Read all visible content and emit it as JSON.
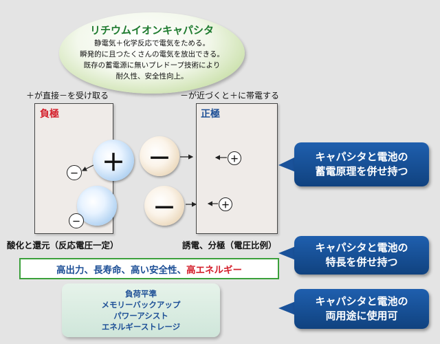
{
  "title": "リチウムイオンキャパシタ",
  "description": [
    "静電気＋化学反応で電気をためる。",
    "瞬発的に且つたくさんの電気を放出できる。",
    "既存の蓄電源に無いプレドープ技術により",
    "耐久性、安全性向上。"
  ],
  "negative": {
    "caption": "＋が直接－を受け取る",
    "label": "負極",
    "bottom_caption": "酸化と還元（反応電圧一定）"
  },
  "positive": {
    "caption": "－が近づくと＋に帯電する",
    "label": "正極",
    "bottom_caption": "誘電、分極（電圧比例）"
  },
  "symbols": {
    "plus": "＋",
    "minus": "－"
  },
  "features": {
    "blue_part": "高出力、長寿命、高い安全性、",
    "red_part": "高エネルギー"
  },
  "uses": [
    "負荷平準",
    "メモリーバックアップ",
    "パワーアシスト",
    "エネルギーストレージ"
  ],
  "callouts": [
    {
      "line1": "キャパシタと電池の",
      "line2": "蓄電原理を併せ持つ"
    },
    {
      "line1": "キャパシタと電池の",
      "line2": "特長を併せ持つ"
    },
    {
      "line1": "キャパシタと電池の",
      "line2": "両用途に使用可"
    }
  ],
  "colors": {
    "title_green": "#1d7a2e",
    "negative_red": "#d4202c",
    "positive_blue": "#1d4f96",
    "callout_blue": "#1a529a",
    "feature_border": "#3aa03a"
  }
}
